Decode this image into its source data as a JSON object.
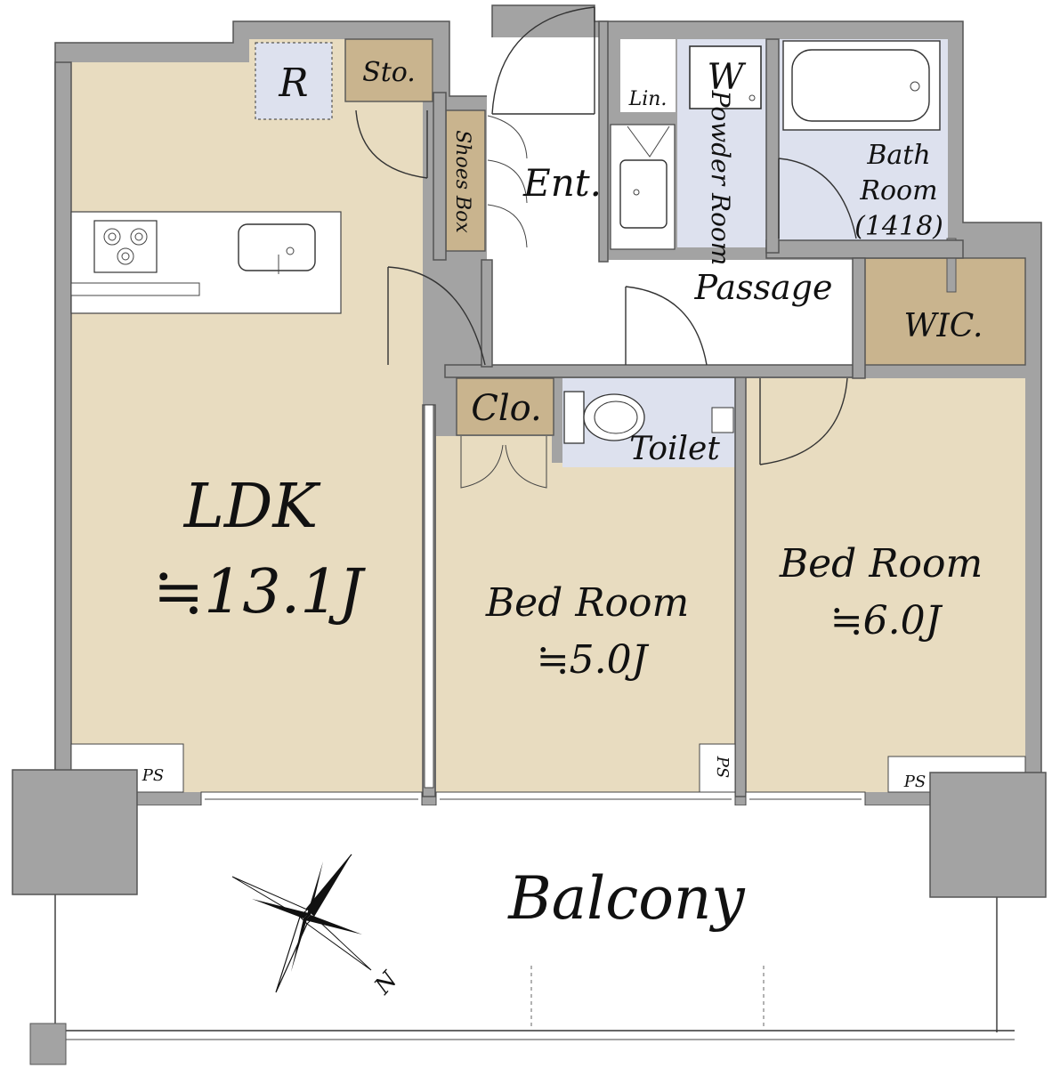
{
  "colors": {
    "living_floor": "#e8dcc0",
    "storage_floor": "#c9b48e",
    "wet_floor": "#dde1ee",
    "wall": "#a3a3a3",
    "column": "#a3a3a3"
  },
  "rooms": {
    "ldk": {
      "name": "LDK",
      "size": "≒13.1J"
    },
    "bed1": {
      "name": "Bed Room",
      "size": "≒5.0J"
    },
    "bed2": {
      "name": "Bed Room",
      "size": "≒6.0J"
    },
    "refrigerator": "R",
    "storage": "Sto.",
    "shoes_box": "Shoes Box",
    "entrance": "Ent.",
    "linen": "Lin.",
    "washer": "W",
    "powder_room": "Powder Room",
    "bath_room": {
      "line1": "Bath",
      "line2": "Room",
      "line3": "(1418)"
    },
    "passage": "Passage",
    "wic": "WIC.",
    "closet": "Clo.",
    "toilet": "Toilet",
    "balcony": "Balcony",
    "ps": "PS"
  },
  "compass": {
    "north_label": "N"
  }
}
